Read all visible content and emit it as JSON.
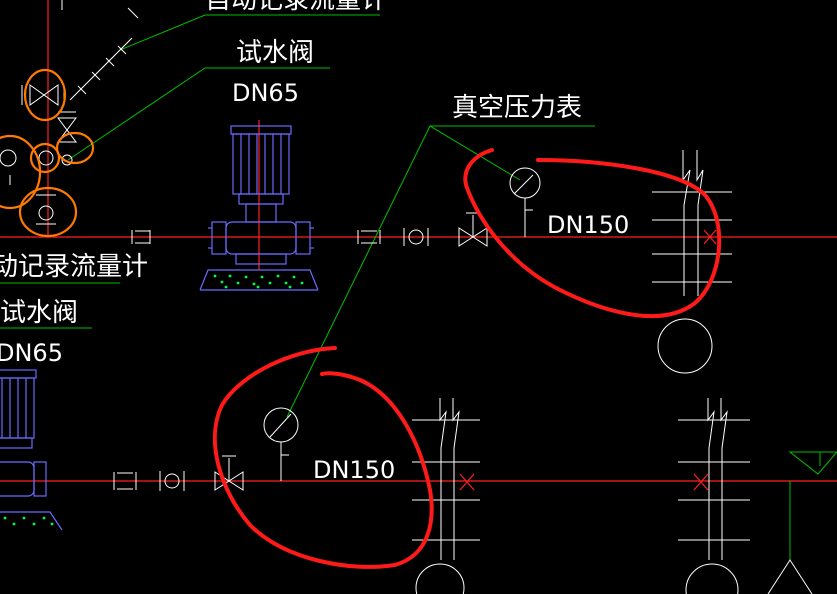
{
  "labels": {
    "top_partial": "自动记录流量计",
    "test_valve_top": "试水阀",
    "dn65_top": "DN65",
    "vacuum_gauge": "真空压力表",
    "dn150_right": "DN150",
    "flowmeter_left": "动记录流量计",
    "test_valve_left": "试水阀",
    "dn65_left": "DN65",
    "dn150_bottom": "DN150"
  },
  "colors": {
    "background": "#000000",
    "pipe": "#ff2020",
    "leader": "#00c000",
    "symbol": "#ffffff",
    "equipment": "#6a6aff",
    "foundation_dots": "#00ff40",
    "markup_red": "#ff1a1a",
    "markup_orange": "#ff7a00"
  },
  "icons": [
    "pump-icon",
    "pressure-gauge-icon",
    "gate-valve-icon",
    "flexible-joint-icon",
    "water-tank-icon"
  ]
}
